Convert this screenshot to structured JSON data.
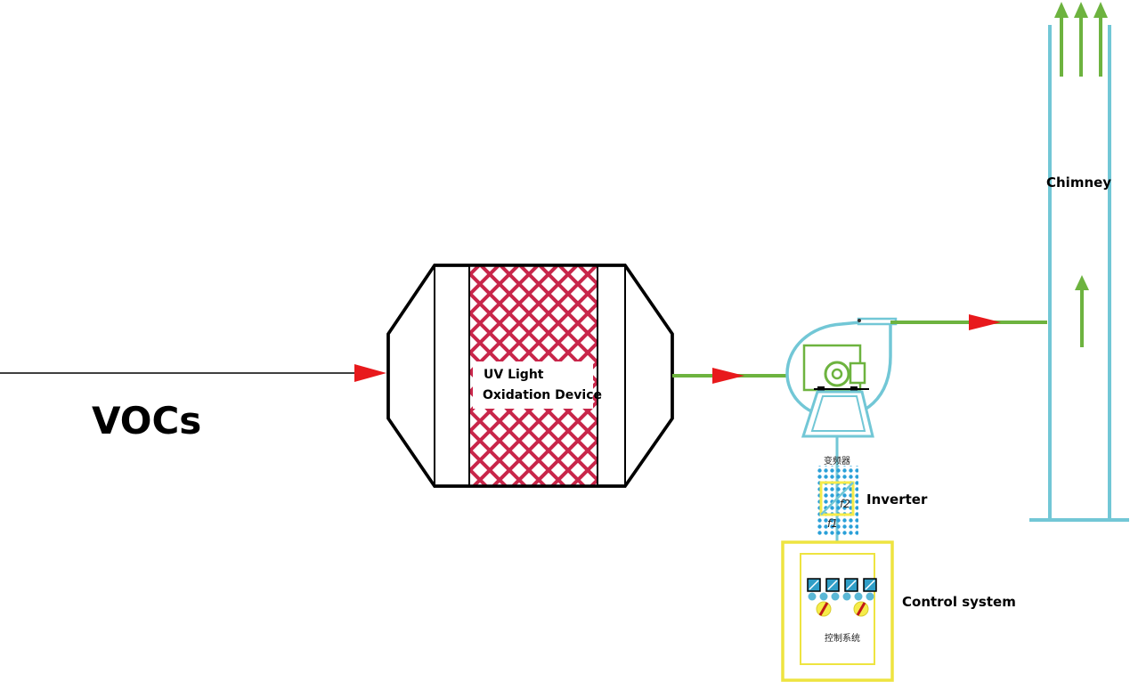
{
  "labels": {
    "vocs": "VOCs",
    "device_line1": "UV Light",
    "device_line2": "Oxidation Device",
    "chimney": "Chimney",
    "inverter": "Inverter",
    "inverter_cn": "变频器",
    "inverter_f1": "f1",
    "inverter_f2": "f2",
    "control_system": "Control system",
    "control_cn": "控制系统"
  },
  "colors": {
    "flow_arrow": "#e8191c",
    "pipe_green": "#6db33f",
    "equipment_blue": "#72c7d6",
    "device_outline": "#000000",
    "mesh_red": "#c8264a",
    "control_yellow": "#eee440",
    "meter_fill": "#2f9ec7",
    "knob_yellow": "#f6ec4a"
  }
}
